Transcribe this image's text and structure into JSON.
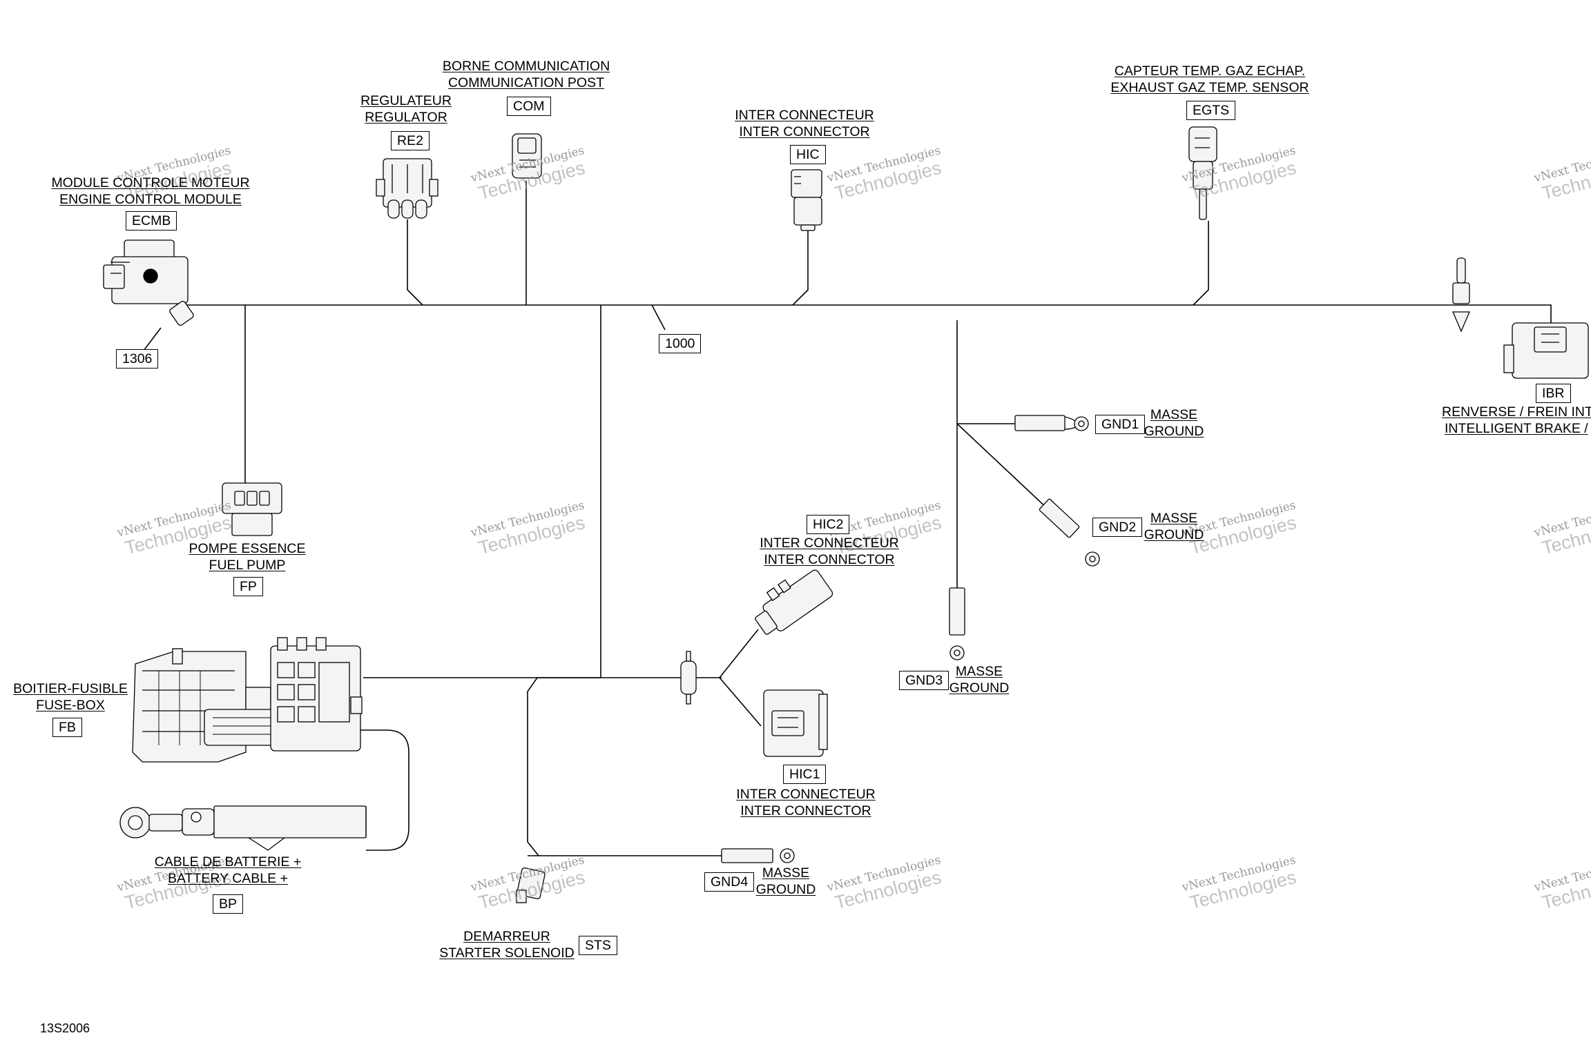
{
  "diagram": {
    "reference": "13S2006",
    "harness_code": "1000",
    "connector_code_1306": "1306",
    "watermark": {
      "line1": "vNext Technologies",
      "line2": "Technologies"
    },
    "components": {
      "ecmb": {
        "fr": "MODULE CONTROLE MOTEUR",
        "en": "ENGINE CONTROL MODULE",
        "code": "ECMB"
      },
      "re2": {
        "fr": "REGULATEUR",
        "en": "REGULATOR",
        "code": "RE2"
      },
      "com": {
        "fr": "BORNE COMMUNICATION",
        "en": "COMMUNICATION POST",
        "code": "COM"
      },
      "hic": {
        "fr": "INTER CONNECTEUR",
        "en": "INTER CONNECTOR",
        "code": "HIC"
      },
      "egts": {
        "fr": "CAPTEUR TEMP. GAZ ECHAP.",
        "en": "EXHAUST GAZ TEMP. SENSOR",
        "code": "EGTS"
      },
      "ibr": {
        "fr": "RENVERSE / FREIN INT",
        "en": "INTELLIGENT BRAKE /",
        "code": "IBR"
      },
      "gnd1": {
        "fr": "MASSE",
        "en": "GROUND",
        "code": "GND1"
      },
      "gnd2": {
        "fr": "MASSE",
        "en": "GROUND",
        "code": "GND2"
      },
      "gnd3": {
        "fr": "MASSE",
        "en": "GROUND",
        "code": "GND3"
      },
      "gnd4": {
        "fr": "MASSE",
        "en": "GROUND",
        "code": "GND4"
      },
      "fp": {
        "fr": "POMPE ESSENCE",
        "en": "FUEL PUMP",
        "code": "FP"
      },
      "hic2": {
        "fr": "INTER CONNECTEUR",
        "en": "INTER CONNECTOR",
        "code": "HIC2"
      },
      "hic1": {
        "fr": "INTER CONNECTEUR",
        "en": "INTER CONNECTOR",
        "code": "HIC1"
      },
      "fb": {
        "fr": "BOITIER-FUSIBLE",
        "en": "FUSE-BOX",
        "code": "FB"
      },
      "bp": {
        "fr": "CABLE DE BATTERIE +",
        "en": "BATTERY CABLE +",
        "code": "BP"
      },
      "sts": {
        "fr": "DEMARREUR",
        "en": "STARTER SOLENOID",
        "code": "STS"
      }
    }
  }
}
